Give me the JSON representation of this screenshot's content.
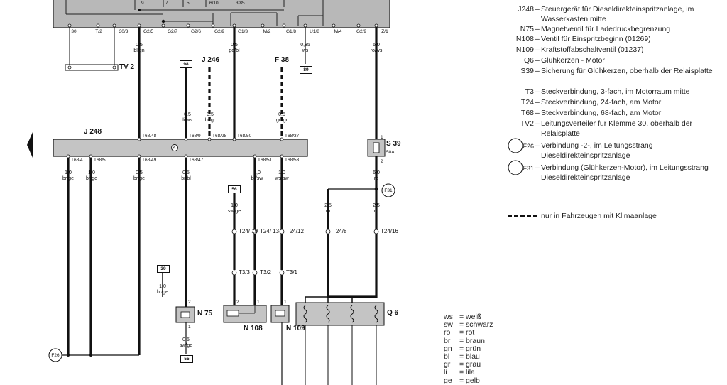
{
  "components": {
    "J248": "J 248",
    "J246": "J 246",
    "F38": "F 38",
    "TV2": "TV 2",
    "S39": "S 39",
    "S39_rating": "50A",
    "N75": "N 75",
    "N108": "N 108",
    "N109": "N 109",
    "Q6": "Q 6",
    "F26": "F26",
    "F31": "F31",
    "K": "K"
  },
  "top_pins": [
    "30",
    "T/2",
    "30/3",
    "G2/5",
    "G2/7",
    "G2/6",
    "G2/9",
    "G1/3",
    "M/2",
    "G1/8",
    "U1/8",
    "M/4",
    "G2/9",
    "Z/1"
  ],
  "top_relay_labels": [
    "9",
    "7",
    "5",
    "6/10",
    "3/85"
  ],
  "top_wires": [
    {
      "size": "0,5",
      "color": "bl/gn"
    },
    {
      "size": "0,5",
      "color": "ge/bl"
    },
    {
      "size": "0,35",
      "color": "ws"
    },
    {
      "size": "6,0",
      "color": "ro/ws"
    }
  ],
  "refs": {
    "r98": "98",
    "r89": "89",
    "r56": "56",
    "r39": "39",
    "r55": "55"
  },
  "mid_wires": [
    {
      "size": "0,5",
      "color": "li/ws"
    },
    {
      "size": "0,5",
      "color": "br/gr"
    },
    {
      "size": "0,5",
      "color": "gn/gr"
    }
  ],
  "j248_top_pins": [
    "T68/48",
    "T68/9",
    "T68/28",
    "T68/50",
    "T68/37"
  ],
  "j248_bottom_pins": [
    "T68/4",
    "T68/5",
    "T68/49",
    "T68/47",
    "T68/51",
    "T68/53"
  ],
  "lower_wires": [
    {
      "size": "1,0",
      "color": "br/ge"
    },
    {
      "size": "1,0",
      "color": "br/ge"
    },
    {
      "size": "0,5",
      "color": "br/ge"
    },
    {
      "size": "0,5",
      "color": "br/bl"
    },
    {
      "size": "1,0",
      "color": "br/sw"
    },
    {
      "size": "1,0",
      "color": "ws/sw"
    },
    {
      "size": "6,0",
      "color": "ro"
    }
  ],
  "other_wires": [
    {
      "size": "1,0",
      "color": "sw/ge"
    },
    {
      "size": "1,0",
      "color": "br/ge"
    },
    {
      "size": "2,5",
      "color": "ro"
    },
    {
      "size": "2,5",
      "color": "ro"
    },
    {
      "size": "0,5",
      "color": "sw/ge"
    }
  ],
  "connectors": {
    "t24_19": "T24/ 19",
    "t24_13": "T24/ 13",
    "t24_12": "T24/12",
    "t24_8": "T24/8",
    "t24_16": "T24/16",
    "t3_3": "T3/3",
    "t3_2": "T3/2",
    "t3_1": "T3/1"
  },
  "pin_numbers": {
    "one": "1",
    "two": "2"
  },
  "legend": [
    {
      "code": "J248",
      "desc": "Steuergerät für Dieseldirekteinspritzanlage, im Wasserkasten mitte"
    },
    {
      "code": "N75",
      "desc": "Magnetventil für Ladedruckbegrenzung"
    },
    {
      "code": "N108",
      "desc": "Ventil für Einspritzbeginn (01269)"
    },
    {
      "code": "N109",
      "desc": "Kraftstoffabschaltventil (01237)"
    },
    {
      "code": "Q6",
      "desc": "Glühkerzen - Motor"
    },
    {
      "code": "S39",
      "desc": "Sicherung für Glühkerzen, oberhalb der Relaisplatte"
    },
    {
      "code": "T3",
      "desc": "Steckverbindung, 3-fach, im Motorraum mitte"
    },
    {
      "code": "T24",
      "desc": "Steckverbindung, 24-fach, am Motor"
    },
    {
      "code": "T68",
      "desc": "Steckverbindung, 68-fach, am Motor"
    },
    {
      "code": "TV2",
      "desc": "Leitungsverteiler für Klemme 30, oberhalb der Relaisplatte"
    },
    {
      "code": "F26",
      "desc": "Verbindung -2-, im Leitungsstrang Dieseldirekteinspritzanlage"
    },
    {
      "code": "F31",
      "desc": "Verbindung (Glühkerzen-Motor), im Leitungsstrang Dieseldirekteinspritzanlage"
    }
  ],
  "ac_note": "nur in Fahrzeugen mit Klimaanlage",
  "color_codes": [
    {
      "abbr": "ws",
      "name": "= weiß"
    },
    {
      "abbr": "sw",
      "name": "= schwarz"
    },
    {
      "abbr": "ro",
      "name": "= rot"
    },
    {
      "abbr": "br",
      "name": "= braun"
    },
    {
      "abbr": "gn",
      "name": "= grün"
    },
    {
      "abbr": "bl",
      "name": "= blau"
    },
    {
      "abbr": "gr",
      "name": "= grau"
    },
    {
      "abbr": "li",
      "name": "= lila"
    },
    {
      "abbr": "ge",
      "name": "= gelb"
    }
  ]
}
